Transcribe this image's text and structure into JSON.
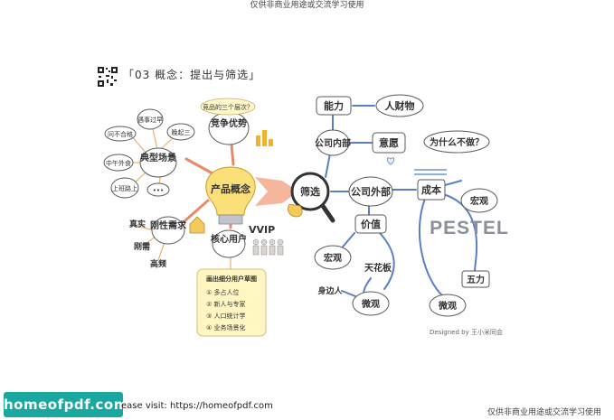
{
  "watermark": "仅供非商业用途或交流学习使用",
  "title": "「03 概念：提出与筛选」",
  "footer": {
    "logo": "homeofpdf.com",
    "text": "ease visit: https://homeofpdf.com"
  },
  "designed_by": "Designed by 王小米同会",
  "left_map": {
    "center": "产品概念",
    "competitor": {
      "label": "竞争优势",
      "question": "竞品的三个层次？"
    },
    "scenario": {
      "label": "典型场景",
      "items": [
        "遇事过早",
        "晚起三",
        "问不合格",
        "中午外食",
        "上班路上",
        "•••"
      ]
    },
    "need": {
      "label": "刚性需求",
      "items": [
        "真实",
        "刚需",
        "高频"
      ]
    },
    "user": {
      "label": "核心用户",
      "badge": "VVIP"
    },
    "note": {
      "title": "画出细分用户草图",
      "items": [
        "① 多占人位",
        "② 新人与专家",
        "③ 人口统计学",
        "④ 业务场景化"
      ]
    }
  },
  "filter": "筛选",
  "right_map": {
    "internal": "公司内部",
    "ability": "能力",
    "finance": "人财物",
    "will": "意愿",
    "why": "为什么不做？",
    "external": "公司外部",
    "cost": "成本",
    "value": "价值",
    "macro_a": "宏观",
    "pestel": "PESTEL",
    "five": "五力",
    "micro_a": "微观",
    "macro_b": "宏观",
    "ceiling": "天花板",
    "nearby": "身边人",
    "micro_b": "微观"
  }
}
